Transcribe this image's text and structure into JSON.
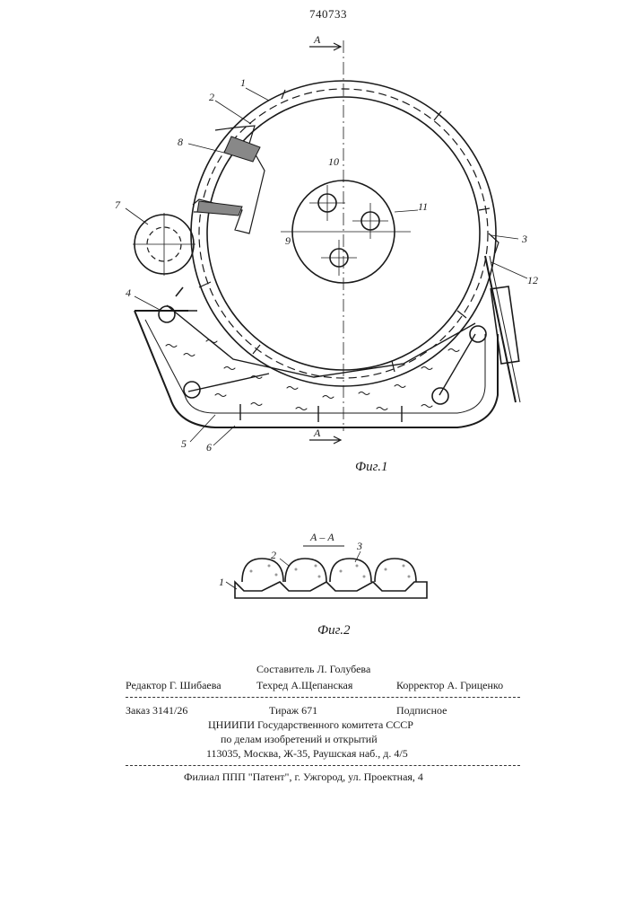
{
  "patent_number": "740733",
  "figure1": {
    "section_marker_top": "A",
    "section_marker_bottom": "A",
    "caption": "Фиг.1",
    "callouts": [
      "1",
      "2",
      "3",
      "4",
      "5",
      "6",
      "7",
      "8",
      "9",
      "10",
      "11",
      "12"
    ]
  },
  "figure2": {
    "section_title": "А – А",
    "caption": "Фиг.2",
    "callouts": [
      "1",
      "2",
      "3"
    ]
  },
  "imprint": {
    "compiler": "Составитель Л. Голубева",
    "editor": "Редактор Г. Шибаева",
    "techred": "Техред А.Щепанская",
    "corrector": "Корректор А. Гриценко",
    "order": "Заказ 3141/26",
    "circulation": "Тираж 671",
    "subscription": "Подписное",
    "org_line1": "ЦНИИПИ Государственного комитета СССР",
    "org_line2": "по делам изобретений и открытий",
    "org_line3": "113035, Москва, Ж-35, Раушская наб., д. 4/5",
    "branch": "Филиал ППП \"Патент\", г. Ужгород, ул. Проектная, 4"
  }
}
